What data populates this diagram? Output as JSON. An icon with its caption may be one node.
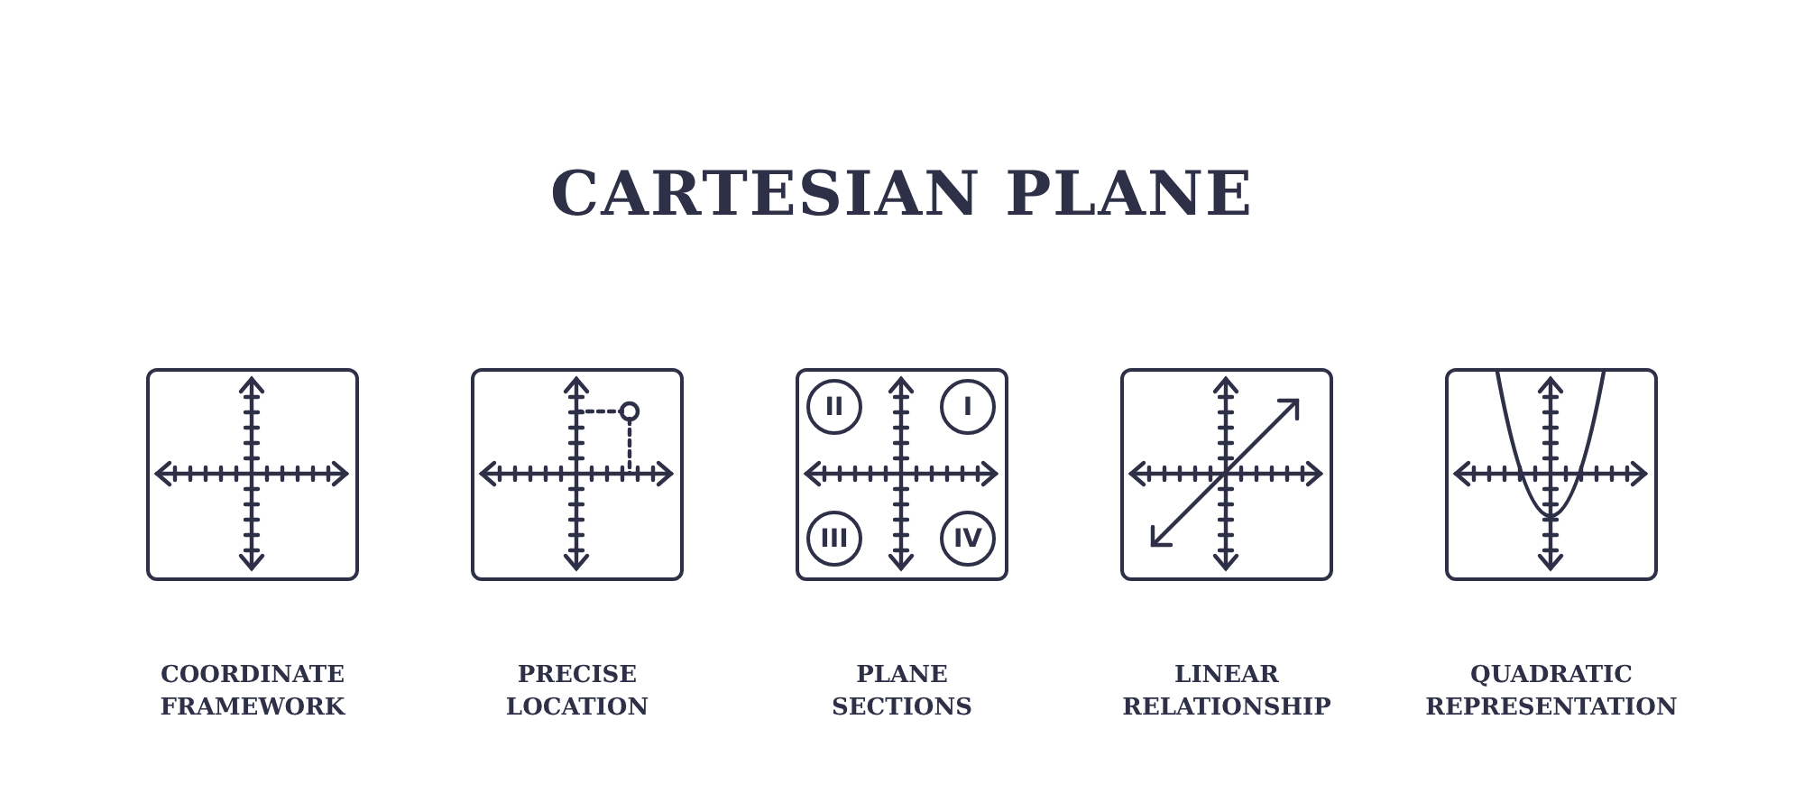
{
  "diagram": {
    "title": "CARTESIAN PLANE",
    "nodes": [
      {
        "text": [],
        "shape": "box",
        "beside": [
          "COORDINATE FRAMEWORK"
        ]
      },
      {
        "text": [],
        "shape": "box",
        "beside": [
          "PRECISE LOCATION"
        ]
      },
      {
        "text": [],
        "shape": "box",
        "beside": [
          "PLANE SECTIONS"
        ]
      },
      {
        "text": [
          "II"
        ],
        "in": 2
      },
      {
        "text": [
          "I"
        ],
        "in": 2
      },
      {
        "text": [
          "III"
        ],
        "in": 2
      },
      {
        "text": [
          "IV"
        ],
        "in": 2
      },
      {
        "text": [],
        "shape": "box",
        "beside": [
          "LINEAR RELATIONSHIP"
        ]
      },
      {
        "text": [],
        "shape": "box",
        "beside": [
          "QUADRATIC REPRESENTATION"
        ]
      }
    ],
    "edges": []
  }
}
